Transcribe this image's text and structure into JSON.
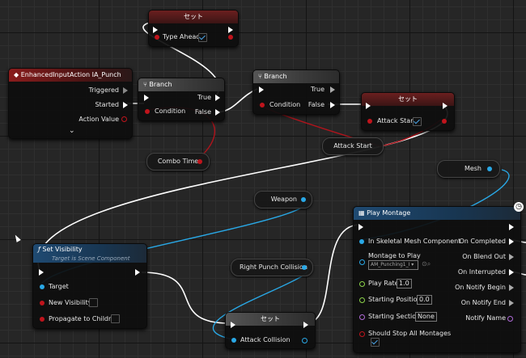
{
  "nodes": {
    "set_type_ahead": {
      "title": "セット",
      "pin": "Type Ahead"
    },
    "enhanced_input": {
      "title": "EnhancedInputAction IA_Punch",
      "triggered": "Triggered",
      "started": "Started",
      "action_value": "Action Value"
    },
    "branch1": {
      "title": "Branch",
      "condition": "Condition",
      "true": "True",
      "false": "False"
    },
    "branch2": {
      "title": "Branch",
      "condition": "Condition",
      "true": "True",
      "false": "False"
    },
    "set_attack_start": {
      "title": "セット",
      "pin": "Attack Start"
    },
    "combo_time": {
      "label": "Combo Time"
    },
    "attack_start_var": {
      "label": "Attack Start"
    },
    "mesh_var": {
      "label": "Mesh"
    },
    "weapon_var": {
      "label": "Weapon"
    },
    "right_punch_var": {
      "label": "Right Punch Collision"
    },
    "set_visibility": {
      "title": "Set Visibility",
      "subtitle": "Target is Scene Component",
      "target": "Target",
      "new_visibility": "New Visibility",
      "propagate": "Propagate to Children"
    },
    "set_attack_collision": {
      "title": "セット",
      "pin": "Attack Collision"
    },
    "play_montage": {
      "title": "Play Montage",
      "in_mesh": "In Skeletal Mesh Component",
      "montage_label": "Montage to Play",
      "montage_value": "AM_Punching1_I",
      "play_rate": "Play Rate",
      "play_rate_value": "1.0",
      "starting_position": "Starting Position",
      "starting_position_value": "0.0",
      "starting_section": "Starting Section",
      "starting_section_value": "None",
      "stop_all": "Should Stop All Montages",
      "on_completed": "On Completed",
      "on_blend_out": "On Blend Out",
      "on_interrupted": "On Interrupted",
      "on_notify_begin": "On Notify Begin",
      "on_notify_end": "On Notify End",
      "notify_name": "Notify Name"
    }
  },
  "colors": {
    "exec": "#ffffff",
    "bool": "#c0141c",
    "object": "#29a8e6",
    "float": "#8cd34a",
    "name": "#b06ad8"
  }
}
